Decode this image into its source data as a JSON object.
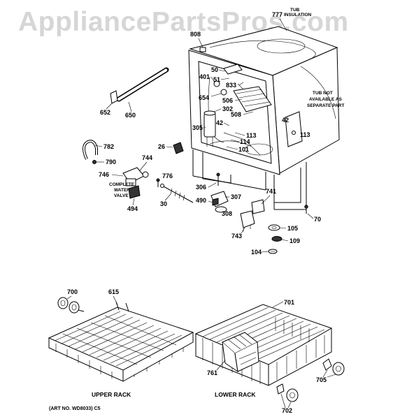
{
  "watermark": "AppliancePartsPros.com",
  "labels": {
    "p777": "777",
    "p777_note_1": "TUB",
    "p777_note_2": "INSULATION",
    "p808": "808",
    "p50": "50",
    "p401": "401",
    "p51": "51",
    "p833": "833",
    "p654": "654",
    "p506": "506",
    "p302": "302",
    "p508": "508",
    "p42a": "42",
    "p305": "305",
    "p113a": "113",
    "p114": "114",
    "p101": "101",
    "p26": "26",
    "p42b": "42",
    "p113b": "113",
    "tub_note_1": "TUB NOT",
    "tub_note_2": "AVAILABLE AS",
    "tub_note_3": "SEPARATE PART",
    "p652": "652",
    "p650": "650",
    "p782": "782",
    "p790": "790",
    "p744": "744",
    "p746": "746",
    "valve_note_1": "COMPLETE",
    "valve_note_2": "WATER",
    "valve_note_3": "VALVE",
    "p776": "776",
    "p494": "494",
    "p30": "30",
    "p306": "306",
    "p307": "307",
    "p741": "741",
    "p490": "490",
    "p308": "308",
    "p70": "70",
    "p105": "105",
    "p743": "743",
    "p109": "109",
    "p104": "104",
    "p700": "700",
    "p615": "615",
    "p701": "701",
    "p761": "761",
    "p705": "705",
    "p702": "702"
  },
  "captions": {
    "upper_rack": "UPPER RACK",
    "lower_rack": "LOWER RACK",
    "art_no": "(ART NO. WD8033) C5"
  }
}
